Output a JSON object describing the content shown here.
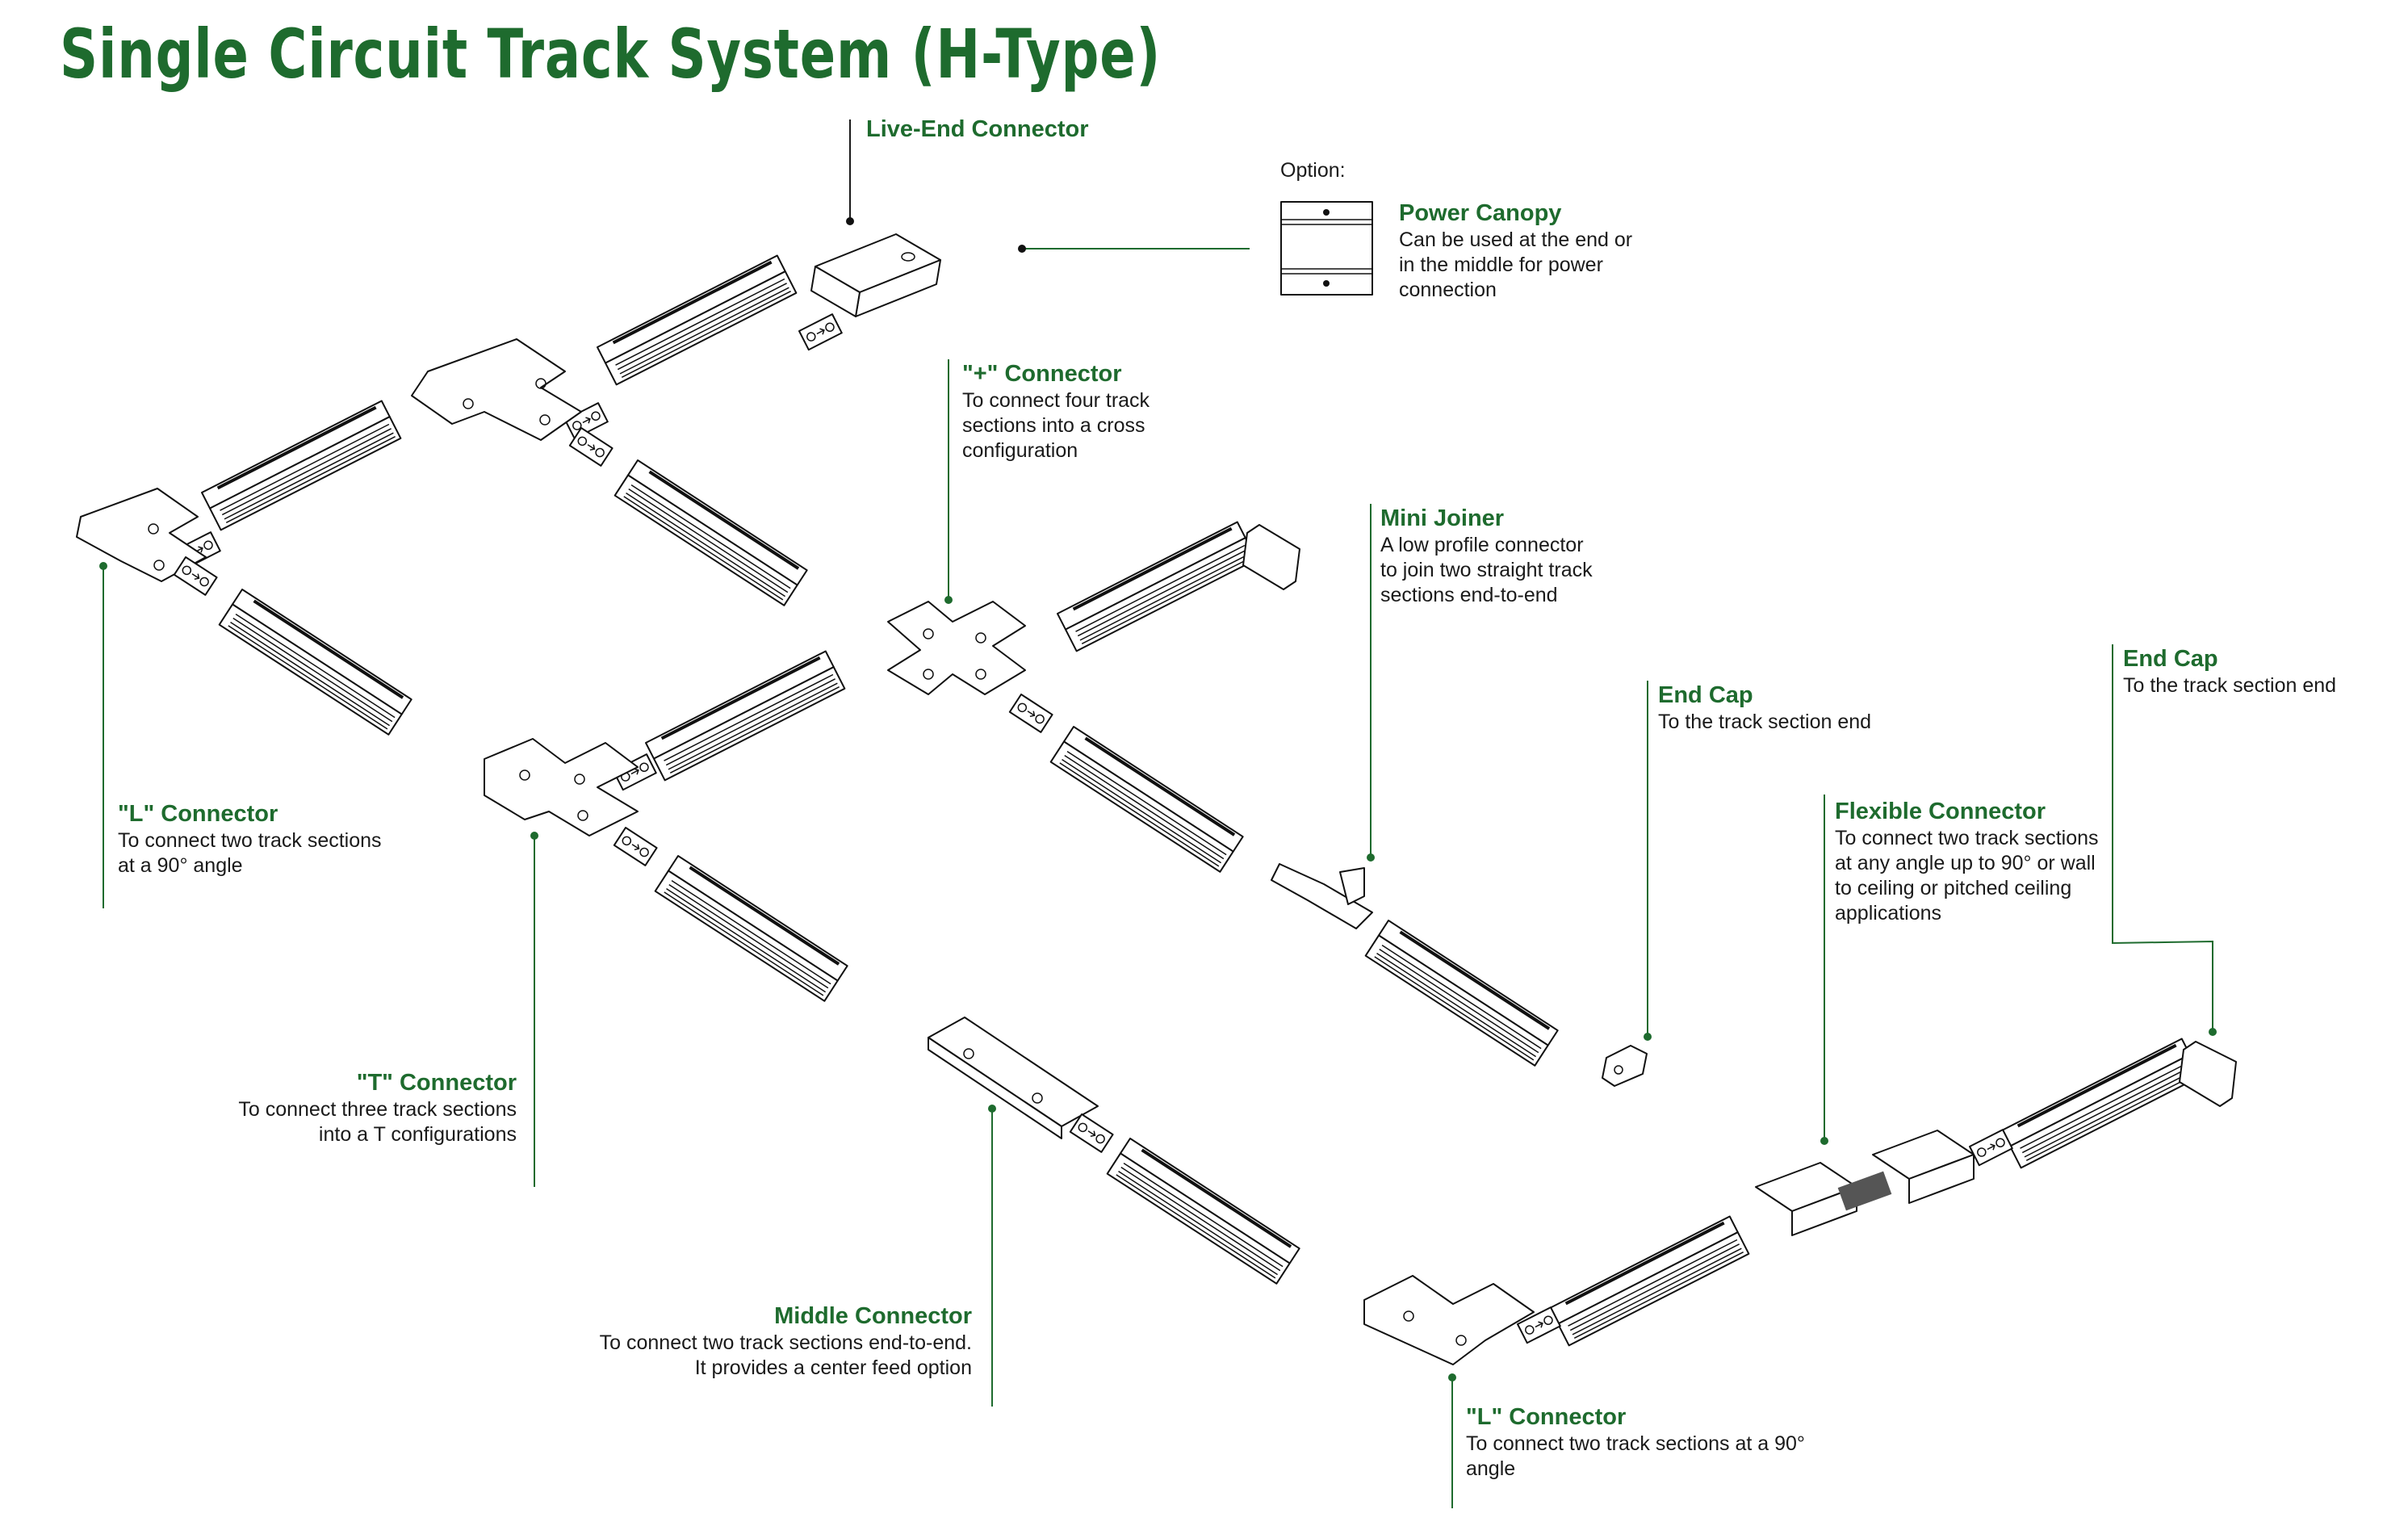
{
  "title": "Single Circuit Track System (H-Type)",
  "colors": {
    "accent": "#1e6b2e",
    "text": "#1a1a1a",
    "line_art": "#111111",
    "background": "#ffffff"
  },
  "option": {
    "label": "Option:"
  },
  "components": {
    "live_end": {
      "name": "Live-End Connector",
      "desc": []
    },
    "power_canopy": {
      "name": "Power Canopy",
      "desc": [
        "Can be used at the end or",
        "in the middle for power",
        "connection"
      ]
    },
    "plus": {
      "name": "\"+\" Connector",
      "desc": [
        "To connect four track",
        "sections into a cross",
        "configuration"
      ]
    },
    "mini_joiner": {
      "name": "Mini Joiner",
      "desc": [
        "A low profile connector",
        "to join two straight track",
        "sections end-to-end"
      ]
    },
    "end_cap_1": {
      "name": "End Cap",
      "desc": [
        "To the track section end"
      ]
    },
    "end_cap_2": {
      "name": "End Cap",
      "desc": [
        "To the track section end"
      ]
    },
    "l_left": {
      "name": "\"L\" Connector",
      "desc": [
        "To connect two track sections",
        "at a 90° angle"
      ]
    },
    "flexible": {
      "name": "Flexible Connector",
      "desc": [
        "To connect two track sections",
        "at any angle up to 90° or wall",
        "to ceiling or pitched ceiling",
        "applications"
      ]
    },
    "t": {
      "name": "\"T\" Connector",
      "desc": [
        "To connect three track sections",
        "into a T configurations"
      ]
    },
    "middle": {
      "name": "Middle Connector",
      "desc": [
        "To connect two track sections end-to-end.",
        "It provides a center feed option"
      ]
    },
    "l_bottom": {
      "name": "\"L\" Connector",
      "desc": [
        "To connect two track sections at a 90°",
        "angle"
      ]
    }
  }
}
